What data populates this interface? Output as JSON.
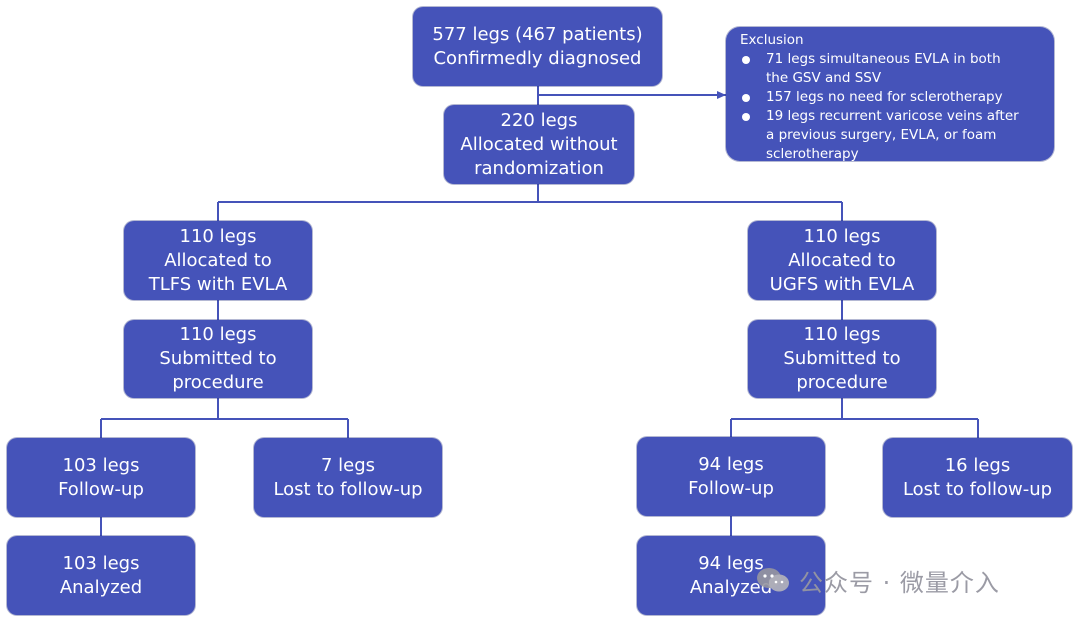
{
  "boxes": {
    "top": {
      "lines": [
        "577 legs (467 patients)",
        "Confirmedly diagnosed"
      ]
    },
    "allocated": {
      "lines": [
        "220 legs",
        "Allocated without",
        "randomization"
      ]
    },
    "tlfs_allocated": {
      "lines": [
        "110 legs",
        "Allocated to",
        "TLFS with EVLA"
      ]
    },
    "ugfs_allocated": {
      "lines": [
        "110 legs",
        "Allocated to",
        "UGFS with EVLA"
      ]
    },
    "tlfs_submitted": {
      "lines": [
        "110 legs",
        "Submitted to",
        "procedure"
      ]
    },
    "ugfs_submitted": {
      "lines": [
        "110 legs",
        "Submitted to",
        "procedure"
      ]
    },
    "tlfs_followup": {
      "lines": [
        "103 legs",
        "Follow-up"
      ]
    },
    "tlfs_lost": {
      "lines": [
        "7 legs",
        "Lost to follow-up"
      ]
    },
    "ugfs_followup": {
      "lines": [
        "94 legs",
        "Follow-up"
      ]
    },
    "ugfs_lost": {
      "lines": [
        "16 legs",
        "Lost to follow-up"
      ]
    },
    "tlfs_analyzed": {
      "lines": [
        "103 legs",
        "Analyzed"
      ]
    },
    "ugfs_analyzed": {
      "lines": [
        "94 legs",
        "Analyzed"
      ]
    }
  },
  "exclusion": {
    "title": "Exclusion",
    "items": [
      [
        "71 legs simultaneous EVLA in both",
        "the GSV and SSV"
      ],
      [
        "157 legs no need for sclerotherapy"
      ],
      [
        "19 legs recurrent varicose veins after",
        "a previous surgery, EVLA, or foam",
        "sclerotherapy"
      ]
    ]
  },
  "watermark": {
    "text": "公众号 · 微量介入"
  },
  "colors": {
    "box_fill": "#4553b9",
    "connector": "#4553b9",
    "text": "#ffffff"
  }
}
